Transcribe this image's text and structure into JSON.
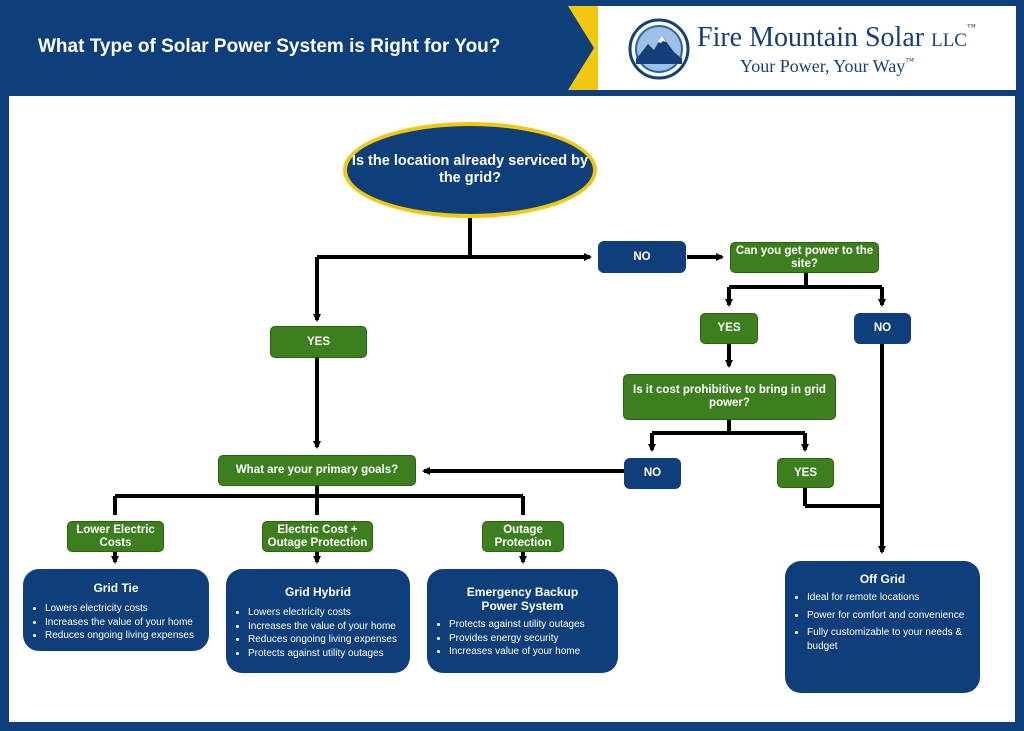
{
  "header": {
    "title": "What Type of Solar Power System is Right for You?",
    "brand": "Fire Mountain Solar",
    "brand_suffix": "LLC",
    "trademark": "™",
    "tagline": "Your Power, Your Way"
  },
  "colors": {
    "navy": "#0e3f7a",
    "green": "#3d7e1e",
    "gold": "#f2c80f"
  },
  "flow": {
    "start": "Is the location already serviced by the grid?",
    "no_1": "NO",
    "yes_1": "YES",
    "q_power": "Can you get power to the site?",
    "yes_2": "YES",
    "no_2": "NO",
    "q_cost": "Is it cost prohibitive to bring in grid power?",
    "no_3": "NO",
    "yes_3": "YES",
    "q_goals": "What are your primary goals?",
    "goal_1": "Lower Electric Costs",
    "goal_2": "Electric Cost + Outage Protection",
    "goal_3": "Outage Protection"
  },
  "results": [
    {
      "title": "Grid Tie",
      "items": [
        "Lowers electricity costs",
        "Increases the value of your home",
        "Reduces ongoing living expenses"
      ]
    },
    {
      "title": "Grid Hybrid",
      "items": [
        "Lowers electricity costs",
        "Increases the value of your home",
        "Reduces ongoing living expenses",
        "Protects against utility outages"
      ]
    },
    {
      "title": "Emergency Backup Power System",
      "items": [
        "Protects against utility outages",
        "Provides energy security",
        "Increases value of your home"
      ]
    },
    {
      "title": "Off Grid",
      "items": [
        "Ideal for remote locations",
        "Power for comfort and convenience",
        "Fully customizable to your needs & budget"
      ]
    }
  ]
}
